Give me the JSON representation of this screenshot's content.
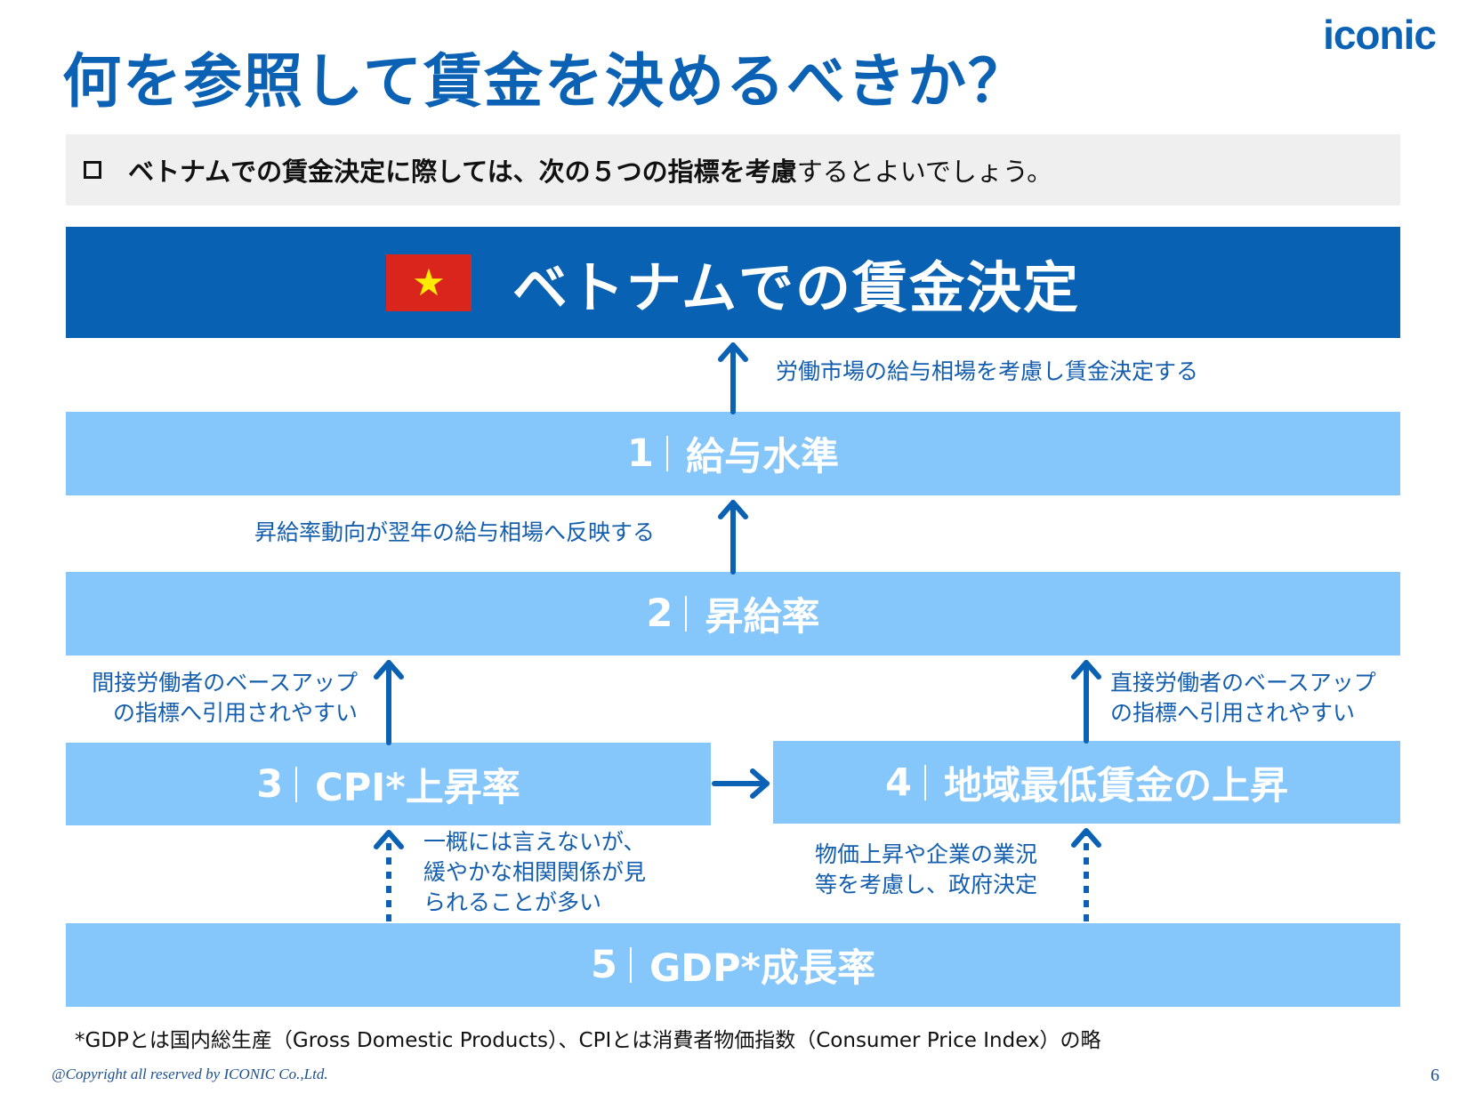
{
  "title": "何を参照して賃金を決めるべきか？",
  "logo": "iconic",
  "intro": {
    "bold": "ベトナムでの賃金決定に際しては、次の５つの指標を考慮",
    "rest": "するとよいでしょう。"
  },
  "header": {
    "flag_star": "★",
    "text": "ベトナムでの賃金決定"
  },
  "boxes": [
    {
      "num": "1",
      "label": "給与水準"
    },
    {
      "num": "2",
      "label": "昇給率"
    },
    {
      "num": "3",
      "label": "CPI*上昇率"
    },
    {
      "num": "4",
      "label": "地域最低賃金の上昇"
    },
    {
      "num": "5",
      "label": "GDP*成長率"
    }
  ],
  "notes": {
    "n1": "労働市場の給与相場を考慮し賃金決定する",
    "n2": "昇給率動向が翌年の給与相場へ反映する",
    "n3_line1": "間接労働者のベースアップ",
    "n3_line2": "の指標へ引用されやすい",
    "n4_line1": "直接労働者のベースアップ",
    "n4_line2": "の指標へ引用されやすい",
    "n5_line1": "一概には言えないが、",
    "n5_line2": "緩やかな相関関係が見",
    "n5_line3": "られることが多い",
    "n6_line1": "物価上昇や企業の業況",
    "n6_line2": "等を考慮し、政府決定"
  },
  "footnote": "*GDPとは国内総生産（Gross Domestic Products）、CPIとは消費者物価指数（Consumer Price Index）の略",
  "copyright": "@Copyright all reserved by ICONIC Co.,Ltd.",
  "page_number": "6",
  "colors": {
    "brand_blue": "#0b62b5",
    "header_bar": "#0961b3",
    "box_fill": "#85c6fb",
    "note_text": "#145eae",
    "flag_red": "#da251d",
    "flag_star": "#ffeb00"
  }
}
